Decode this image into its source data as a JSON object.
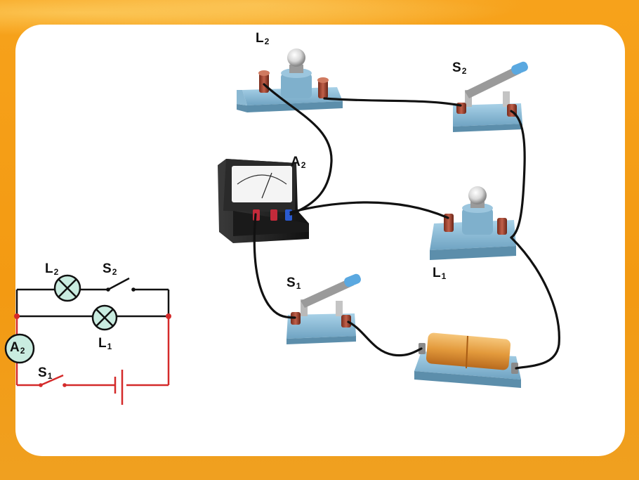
{
  "labels": {
    "l2_top": "L",
    "l2_top_sub": "2",
    "s2_top": "S",
    "s2_top_sub": "2",
    "a2_top": "A",
    "a2_top_sub": "2",
    "s1_mid": "S",
    "s1_mid_sub": "1",
    "l1_right": "L",
    "l1_right_sub": "1",
    "l2_schem": "L",
    "l2_schem_sub": "2",
    "s2_schem": "S",
    "s2_schem_sub": "2",
    "l1_schem": "L",
    "l1_schem_sub": "1",
    "a2_schem": "A",
    "a2_schem_sub": "2",
    "s1_schem": "S",
    "s1_schem_sub": "1"
  },
  "colors": {
    "background": "#f39a12",
    "panel": "#ffffff",
    "base_blue": "#8fbfd8",
    "wire_black": "#111111",
    "wire_red": "#d42a2a",
    "lamp_fill": "#c9ece0"
  }
}
